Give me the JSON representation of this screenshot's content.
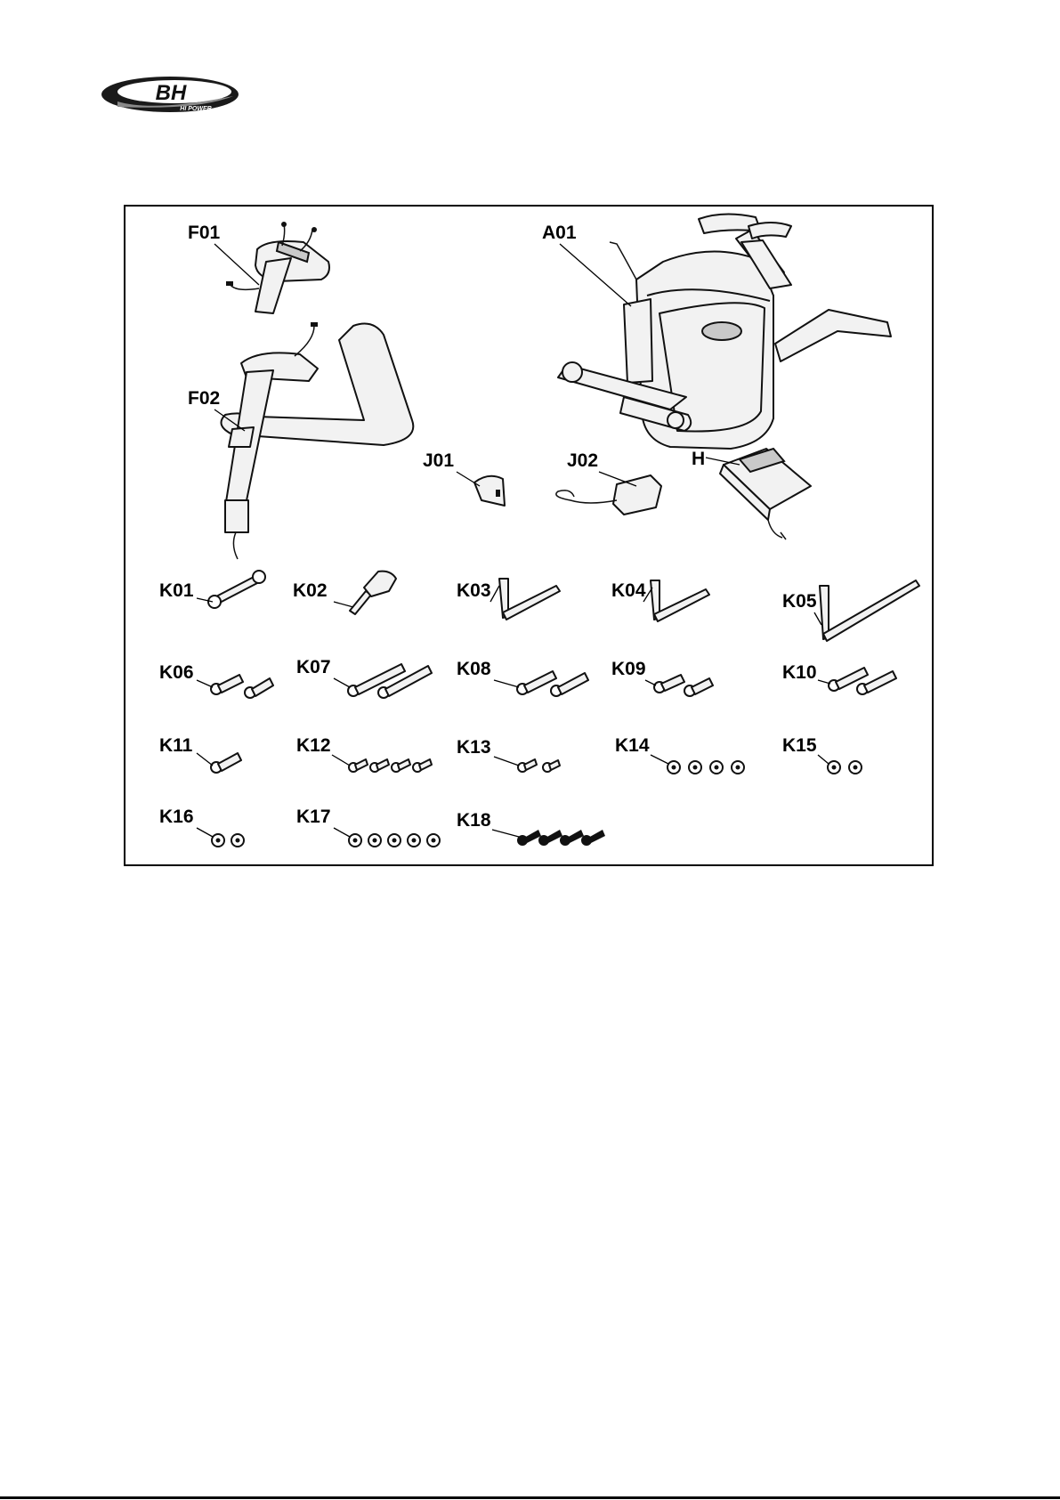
{
  "brand": {
    "logo_text": "BH",
    "logo_subtext": "HI POWER"
  },
  "parts": {
    "F01": "F01",
    "F02": "F02",
    "A01": "A01",
    "J01": "J01",
    "J02": "J02",
    "H": "H",
    "K01": "K01",
    "K02": "K02",
    "K03": "K03",
    "K04": "K04",
    "K05": "K05",
    "K06": "K06",
    "K07": "K07",
    "K08": "K08",
    "K09": "K09",
    "K10": "K10",
    "K11": "K11",
    "K12": "K12",
    "K13": "K13",
    "K14": "K14",
    "K15": "K15",
    "K16": "K16",
    "K17": "K17",
    "K18": "K18"
  }
}
